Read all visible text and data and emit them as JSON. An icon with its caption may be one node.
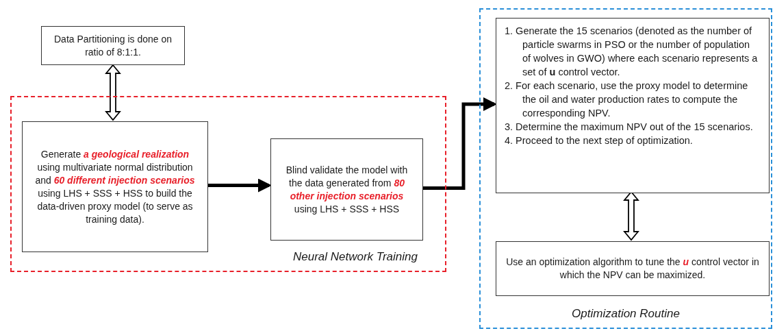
{
  "diagram": {
    "nodes": [
      {
        "text": [
          "Data Partitioning is done on ratio of 8:1:1."
        ]
      },
      {
        "text": [
          "Neural Network Training"
        ]
      },
      {
        "text": [
          "Generate **a geological realization** using multivariate normal distribution and **60 different injection scenarios** using LHS + SSS + HSS to build the data-driven proxy model (to serve as training data)."
        ],
        "in": 1
      },
      {
        "text": [
          "Blind validate the model with the data generated from **80 other injection scenarios** using LHS + SSS + HSS"
        ],
        "in": 1
      },
      {
        "text": [
          "Optimization Routine"
        ]
      },
      {
        "text": [
          "1. Generate the 15 scenarios (denoted as the number of particle swarms in PSO or the number of population of wolves in GWO) where each scenario represents a set of **u** control vector.",
          "2. For each scenario, use the proxy model to determine the oil and water production rates to compute the corresponding NPV.",
          "3. Determine the maximum NPV out of the 15 scenarios.",
          "4. Proceed to the next step of optimization."
        ],
        "in": 4
      },
      {
        "text": [
          "Use an optimization algorithm to tune the **u** control vector in which the NPV can be maximized."
        ],
        "in": 4
      }
    ],
    "edges": [
      {
        "from": 0,
        "to": 2,
        "arrow": "both"
      },
      {
        "from": 2,
        "to": 3,
        "arrow": "to"
      },
      {
        "from": 3,
        "to": 5,
        "arrow": "to"
      },
      {
        "from": 5,
        "to": 6,
        "arrow": "both"
      }
    ]
  }
}
